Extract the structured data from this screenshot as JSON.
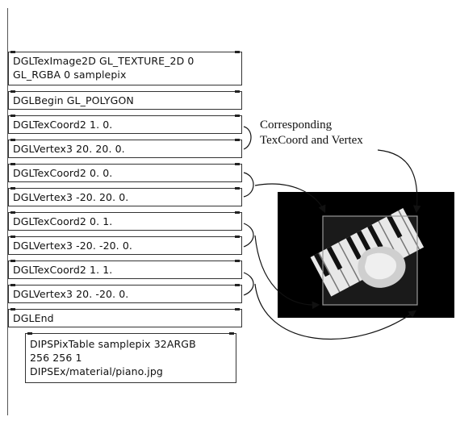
{
  "patch": {
    "objects": [
      {
        "id": "teximage",
        "text": "DGLTexImage2D GL_TEXTURE_2D 0\nGL_RGBA 0 samplepix"
      },
      {
        "id": "begin",
        "text": "DGLBegin GL_POLYGON"
      },
      {
        "id": "texcoord1",
        "text": "DGLTexCoord2 1. 0."
      },
      {
        "id": "vertex1",
        "text": "DGLVertex3 20. 20. 0."
      },
      {
        "id": "texcoord2",
        "text": "DGLTexCoord2 0. 0."
      },
      {
        "id": "vertex2",
        "text": "DGLVertex3 -20. 20. 0."
      },
      {
        "id": "texcoord3",
        "text": "DGLTexCoord2 0. 1."
      },
      {
        "id": "vertex3",
        "text": "DGLVertex3 -20. -20. 0."
      },
      {
        "id": "texcoord4",
        "text": "DGLTexCoord2 1. 1."
      },
      {
        "id": "vertex4",
        "text": "DGLVertex3 20. -20. 0."
      },
      {
        "id": "end",
        "text": "DGLEnd"
      },
      {
        "id": "pixtable",
        "text": "DIPSPixTable samplepix 32ARGB\n256 256 1\nDIPSEx/material/piano.jpg"
      }
    ]
  },
  "annotation": {
    "caption": "Corresponding\nTexCoord and Vertex"
  },
  "render": {
    "image_name": "piano-keys-image",
    "background": "#000000",
    "frame_color": "#9a9a9a"
  }
}
